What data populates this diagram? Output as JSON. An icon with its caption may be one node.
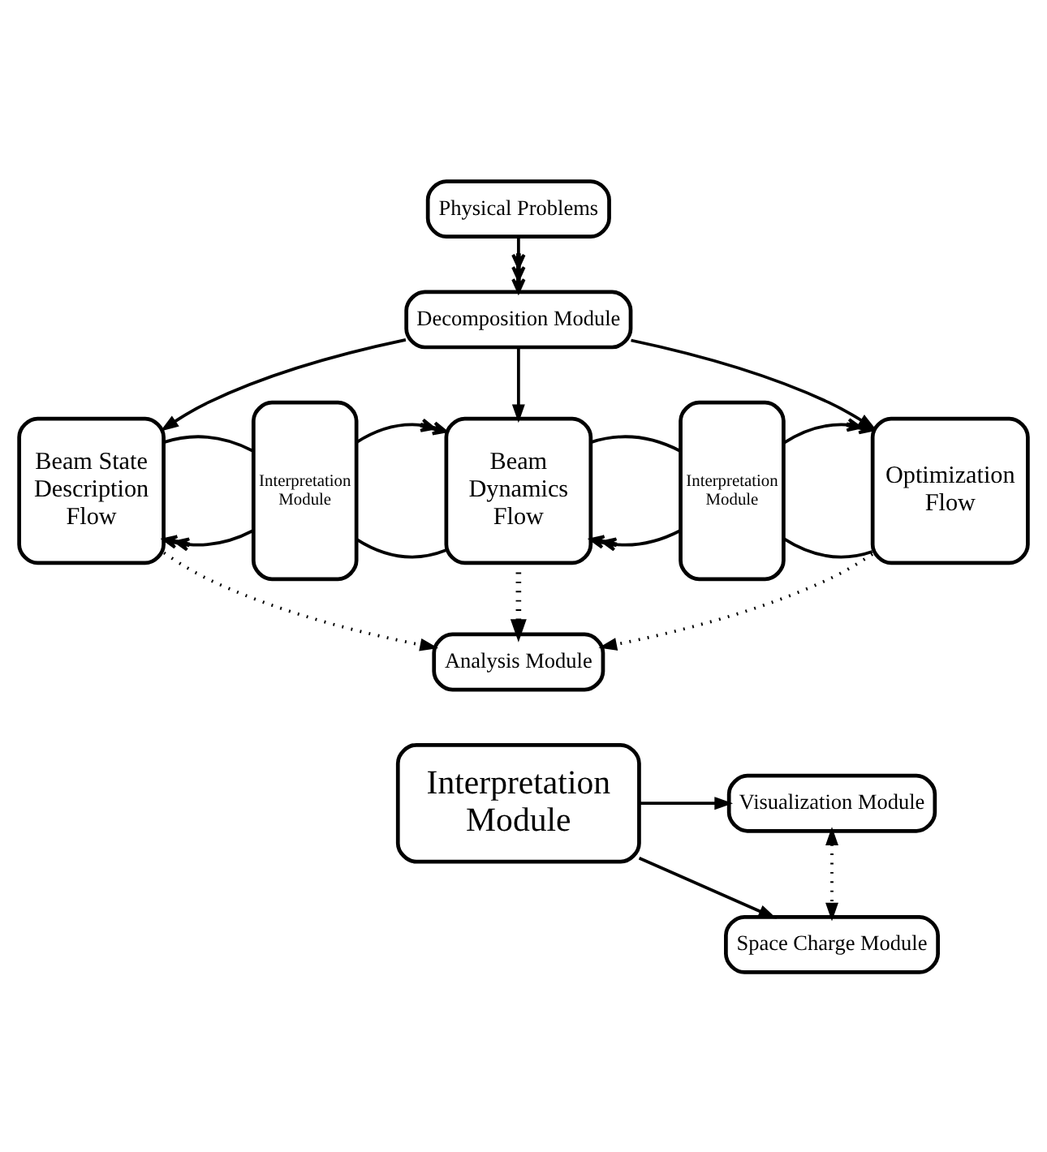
{
  "diagram": {
    "nodes": [
      {
        "text": [
          "Physical Problems"
        ]
      },
      {
        "text": [
          "Decomposition Module"
        ]
      },
      {
        "text": [
          "Beam State Description Flow"
        ]
      },
      {
        "text": [
          "Interpretation Module"
        ]
      },
      {
        "text": [
          "Beam Dynamics Flow"
        ]
      },
      {
        "text": [
          "Interpretation Module"
        ]
      },
      {
        "text": [
          "Optimization Flow"
        ]
      },
      {
        "text": [
          "Analysis Module"
        ]
      },
      {
        "text": [
          "Interpretation Module"
        ]
      },
      {
        "text": [
          "Visualization Module"
        ]
      },
      {
        "text": [
          "Space Charge Module"
        ]
      }
    ],
    "edges": [
      {
        "from": 0,
        "to": 1,
        "arrow": "to"
      },
      {
        "from": 1,
        "to": 2,
        "arrow": "to"
      },
      {
        "from": 1,
        "to": 4,
        "arrow": "to"
      },
      {
        "from": 1,
        "to": 6,
        "arrow": "to"
      },
      {
        "from": 4,
        "to": 3,
        "arrow": "none"
      },
      {
        "from": 3,
        "to": 2,
        "arrow": "to"
      },
      {
        "from": 2,
        "to": 3,
        "arrow": "none"
      },
      {
        "from": 3,
        "to": 4,
        "arrow": "to"
      },
      {
        "from": 6,
        "to": 5,
        "arrow": "none"
      },
      {
        "from": 5,
        "to": 4,
        "arrow": "to"
      },
      {
        "from": 4,
        "to": 5,
        "arrow": "none"
      },
      {
        "from": 5,
        "to": 6,
        "arrow": "to"
      },
      {
        "from": 2,
        "to": 7,
        "arrow": "to",
        "style": "dashed"
      },
      {
        "from": 4,
        "to": 7,
        "arrow": "to",
        "style": "dashed"
      },
      {
        "from": 6,
        "to": 7,
        "arrow": "to",
        "style": "dashed"
      },
      {
        "from": 8,
        "to": 9,
        "arrow": "to"
      },
      {
        "from": 8,
        "to": 10,
        "arrow": "to"
      },
      {
        "from": 9,
        "to": 10,
        "arrow": "both",
        "style": "dashed"
      }
    ]
  }
}
